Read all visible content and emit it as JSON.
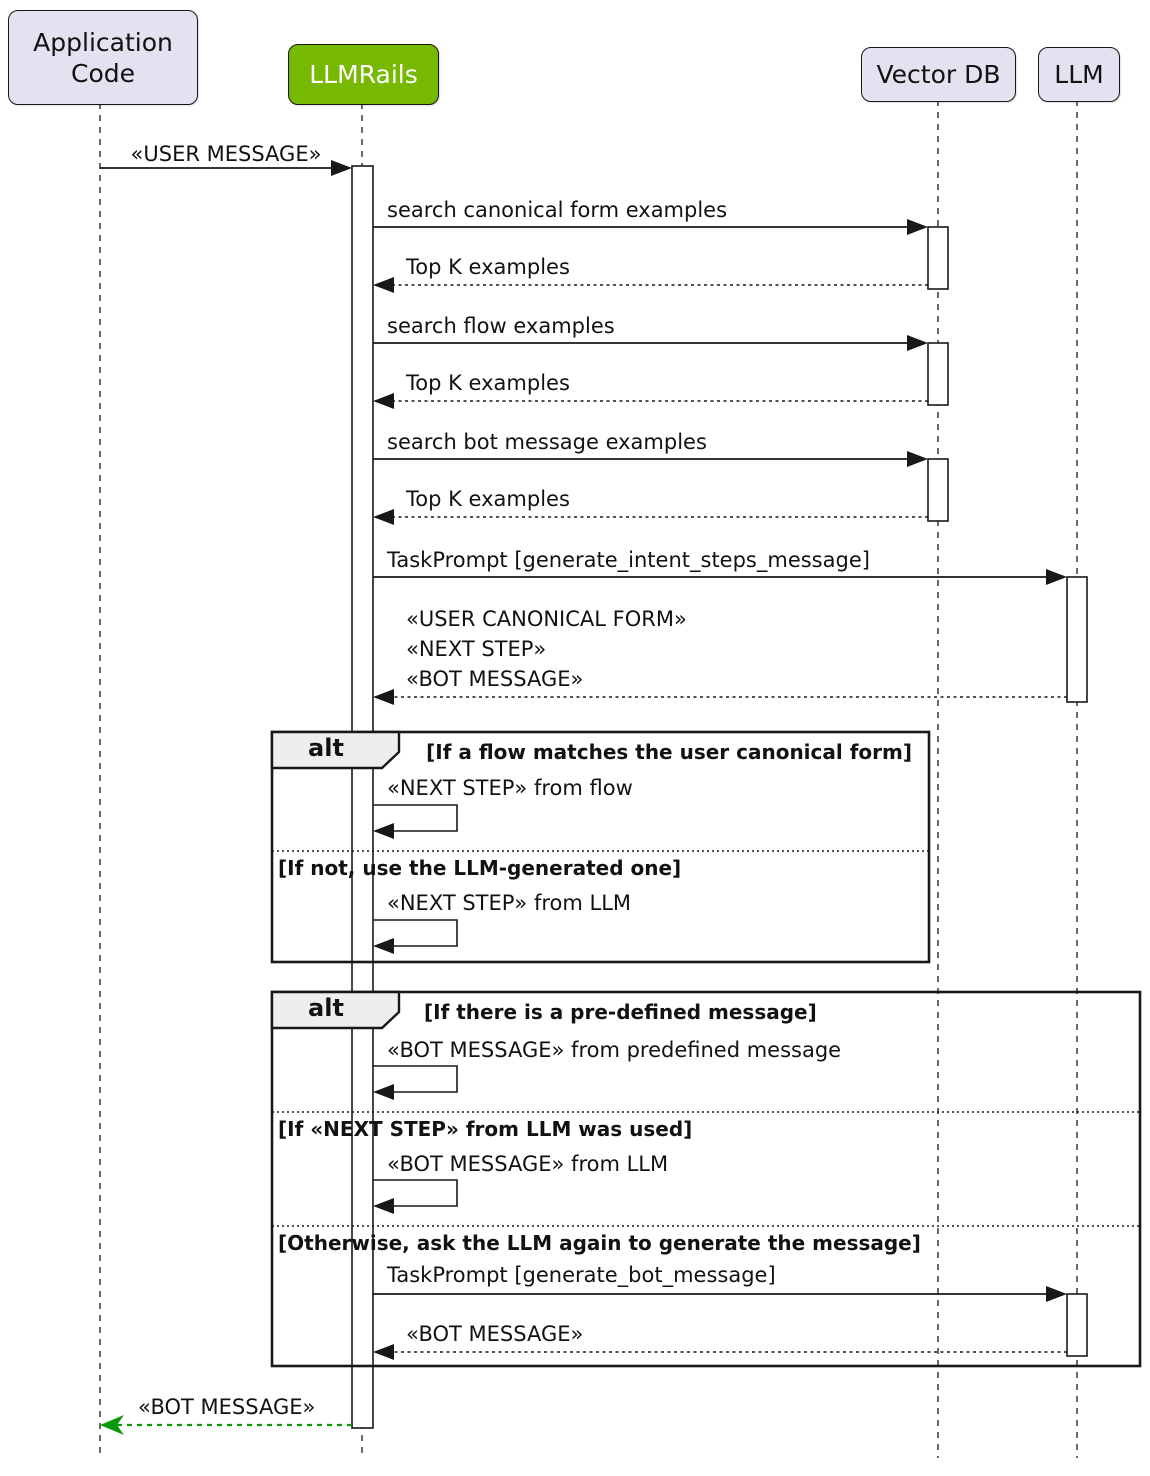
{
  "colors": {
    "background": "#FFFFFF",
    "participant_fill": "#E2E2F0",
    "participant_border": "#181818",
    "highlight_fill": "#76B900",
    "highlight_text": "#FFFFFF",
    "line": "#181818",
    "text": "#121212",
    "alt_tab_fill": "#EEEEEE",
    "bot_message_arrow": "#0A990A"
  },
  "participants": [
    {
      "name": "Application Code"
    },
    {
      "name": "LLMRails"
    },
    {
      "name": "Vector DB"
    },
    {
      "name": "LLM"
    }
  ],
  "messages": {
    "user_message": "«USER MESSAGE»",
    "search_canonical_form": "search canonical form examples",
    "top_k_1": "Top K examples",
    "search_flow": "search flow examples",
    "top_k_2": "Top K examples",
    "search_bot_message": "search bot message examples",
    "top_k_3": "Top K examples",
    "task_prompt_intent": "TaskPrompt [generate_intent_steps_message]",
    "intent_return_lines": [
      "«USER CANONICAL FORM»",
      "«NEXT STEP»",
      "«BOT MESSAGE»"
    ],
    "final_bot_message": "«BOT MESSAGE»"
  },
  "alt1": {
    "keyword": "alt",
    "guard_1": "[If a flow matches the user canonical form]",
    "message_1": "«NEXT STEP» from flow",
    "guard_2": "[If not, use the LLM-generated one]",
    "message_2": "«NEXT STEP» from LLM"
  },
  "alt2": {
    "keyword": "alt",
    "guard_1": "[If there is a pre-defined message]",
    "message_1": "«BOT MESSAGE» from predefined message",
    "guard_2": "[If «NEXT STEP» from LLM was used]",
    "message_2": "«BOT MESSAGE» from LLM",
    "guard_3": "[Otherwise, ask the LLM again to generate the message]",
    "task_prompt": "TaskPrompt [generate_bot_message]",
    "return_message": "«BOT MESSAGE»"
  }
}
